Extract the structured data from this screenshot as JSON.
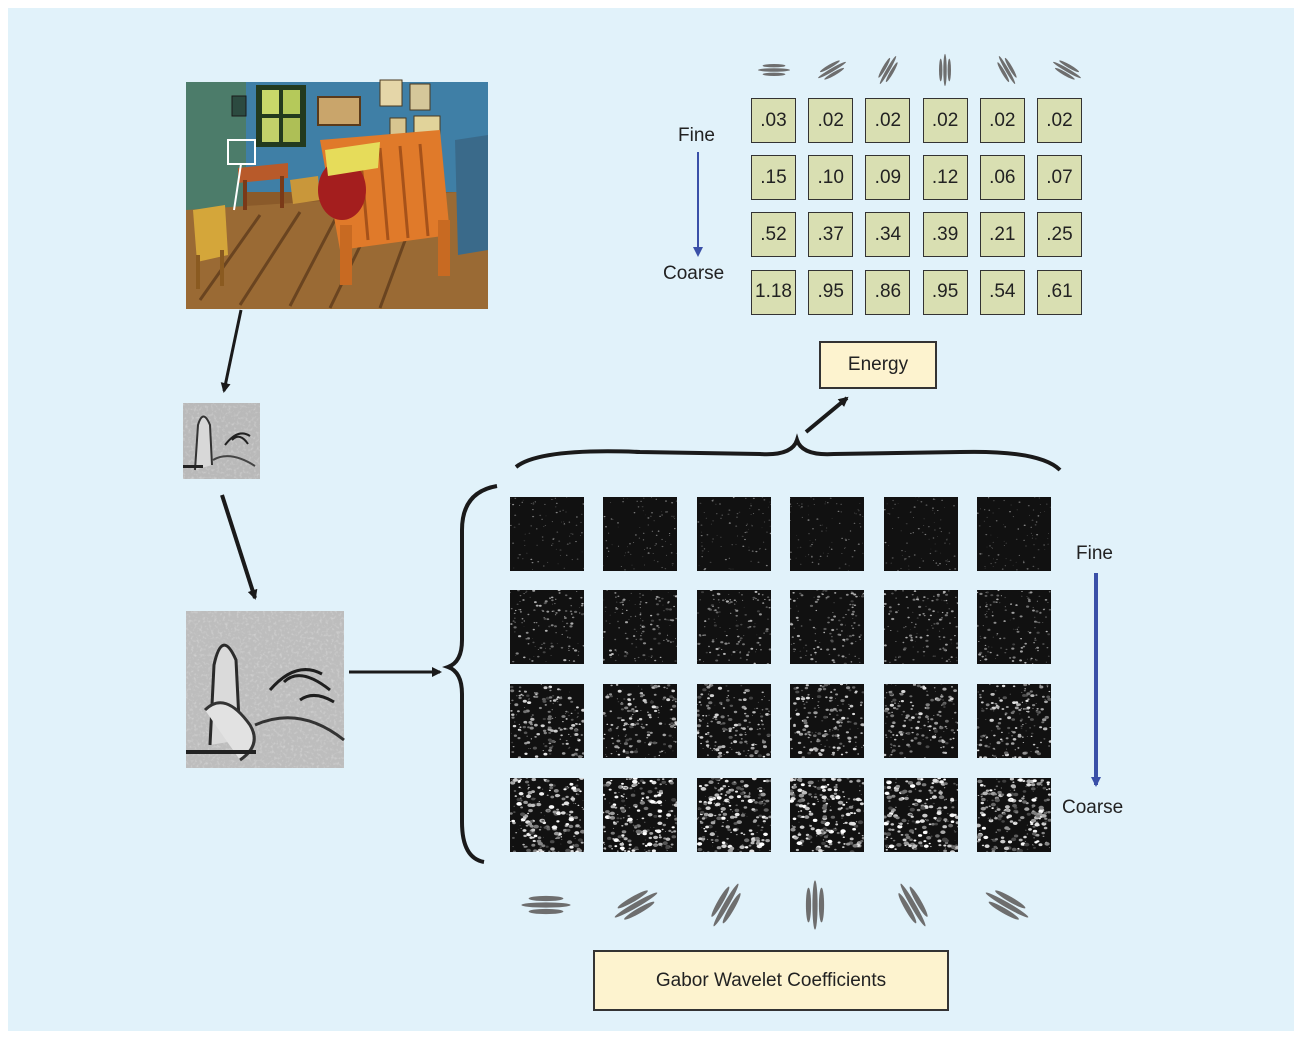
{
  "labels": {
    "fine": "Fine",
    "coarse": "Coarse",
    "energy": "Energy",
    "gabor": "Gabor Wavelet Coefficients"
  },
  "energy_table": [
    [
      ".03",
      ".02",
      ".02",
      ".02",
      ".02",
      ".02"
    ],
    [
      ".15",
      ".10",
      ".09",
      ".12",
      ".06",
      ".07"
    ],
    [
      ".52",
      ".37",
      ".34",
      ".39",
      ".21",
      ".25"
    ],
    [
      "1.18",
      ".95",
      ".86",
      ".95",
      ".54",
      ".61"
    ]
  ],
  "orientations_deg": [
    0,
    -30,
    -60,
    90,
    60,
    30
  ],
  "colors": {
    "background": "#e1f2fa",
    "cell_fill": "#d9dfb2",
    "label_box_fill": "#fdf3cf",
    "scale_arrow": "#3a50a8",
    "flow_arrow": "#1a1a1a"
  }
}
